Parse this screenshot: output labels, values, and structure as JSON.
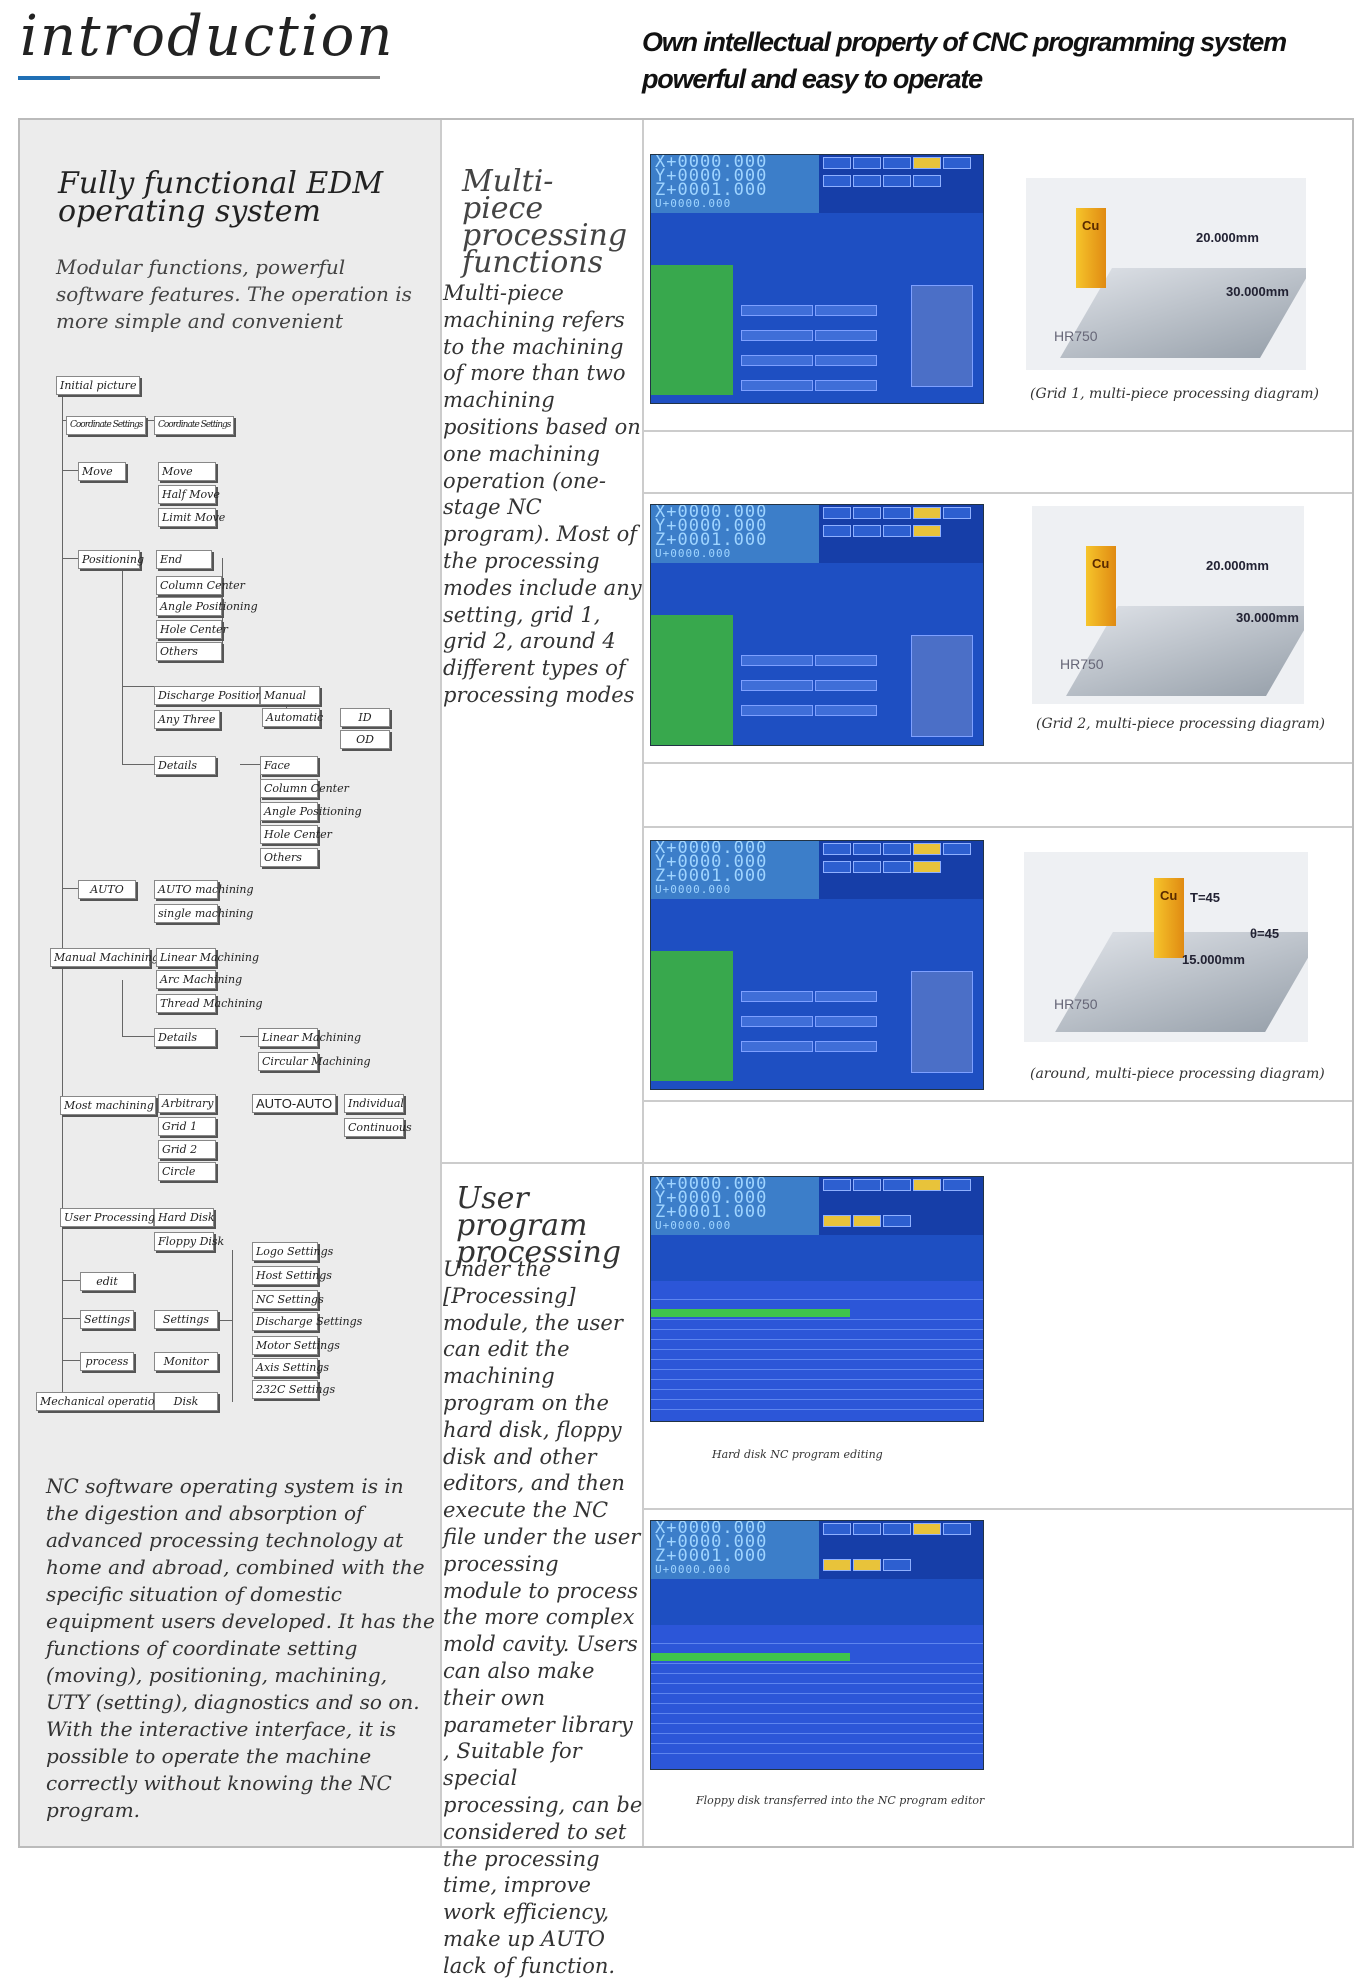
{
  "header": {
    "title": "introduction",
    "tagline": "Own intellectual property of CNC programming system powerful and easy to operate",
    "accent_color": "#1f6fb5"
  },
  "left": {
    "heading": "Fully functional EDM operating system",
    "intro": "Modular functions, powerful software features. The operation is more simple and convenient",
    "tree": {
      "initial_picture": "Initial picture",
      "coord_1": "Coordinate Settings",
      "coord_2": "Coordinate Settings",
      "move": "Move",
      "move_sub": [
        "Move",
        "Half Move",
        "Limit Move"
      ],
      "positioning": "Positioning",
      "positioning_sub": [
        "End",
        "Column Center",
        "Angle Positioning",
        "Hole Center",
        "Others"
      ],
      "discharge_position": "Discharge Position",
      "any_three": "Any Three",
      "manual": "Manual",
      "automatic": "Automatic",
      "id": "ID",
      "od": "OD",
      "details": "Details",
      "details_sub": [
        "Face",
        "Column Center",
        "Angle Positioning",
        "Hole Center",
        "Others"
      ],
      "auto": "AUTO",
      "auto_sub": [
        "AUTO machining",
        "single machining"
      ],
      "manual_machining": "Manual Machining",
      "manual_machining_sub": [
        "Linear Machining",
        "Arc Machining",
        "Thread Machining"
      ],
      "details2": "Details",
      "details2_sub": [
        "Linear Machining",
        "Circular Machining"
      ],
      "most_machining": "Most machining",
      "most_sub": [
        "Arbitrary",
        "Grid 1",
        "Grid 2",
        "Circle"
      ],
      "auto_auto": "AUTO-AUTO",
      "auto_auto_sub": [
        "Individual",
        "Continuous"
      ],
      "user_processing": "User Processing",
      "user_sub": [
        "Hard Disk",
        "Floppy Disk"
      ],
      "edit": "edit",
      "settings": "Settings",
      "settings2": "Settings",
      "settings_sub": [
        "Logo Settings",
        "Host Settings",
        "NC Settings",
        "Discharge Settings",
        "Motor Settings",
        "Axis Settings",
        "232C Settings"
      ],
      "process": "process",
      "monitor": "Monitor",
      "mechanical_operation": "Mechanical operation",
      "disk": "Disk"
    },
    "nc_text": "NC software operating system is in the digestion and absorption of advanced processing technology at home and abroad, combined with the specific situation of domestic equipment users developed. It has the functions of coordinate setting (moving), positioning, machining, UTY (setting), diagnostics and so on. With the interactive interface, it is possible to operate the machine correctly without knowing the NC program."
  },
  "middle": {
    "mp_heading": "Multi-piece processing functions",
    "mp_text": "Multi-piece machining refers to the machining of more than two machining positions based on one machining operation (one-stage NC program). Most of the processing modes include any setting, grid 1, grid 2, around 4 different types of processing modes",
    "up_heading": "User program processing",
    "up_text": "Under the [Processing] module, the user can edit the machining program on the hard disk, floppy disk and other editors, and then execute the NC file under the user processing module to process the more complex mold cavity. Users can also make their own parameter library , Suitable for special processing, can be considered to set the processing time, improve work efficiency, make up AUTO lack of function."
  },
  "screens": {
    "digits": [
      "X+0000.000",
      "Y+0000.000",
      "Z+0001.000",
      "U+0000.000"
    ]
  },
  "diagrams": {
    "cu": "Cu",
    "plate": "HR750",
    "d1": [
      "20.000mm",
      "30.000mm"
    ],
    "d2": [
      "20.000mm",
      "30.000mm"
    ],
    "d3": [
      "T=45",
      "θ=45",
      "15.000mm"
    ]
  },
  "captions": {
    "grid1": "(Grid 1, multi-piece processing diagram)",
    "grid2": "(Grid 2, multi-piece processing diagram)",
    "around": "(around, multi-piece processing diagram)",
    "hard_disk": "Hard disk NC program editing",
    "floppy": "Floppy disk transferred into the NC program editor"
  }
}
